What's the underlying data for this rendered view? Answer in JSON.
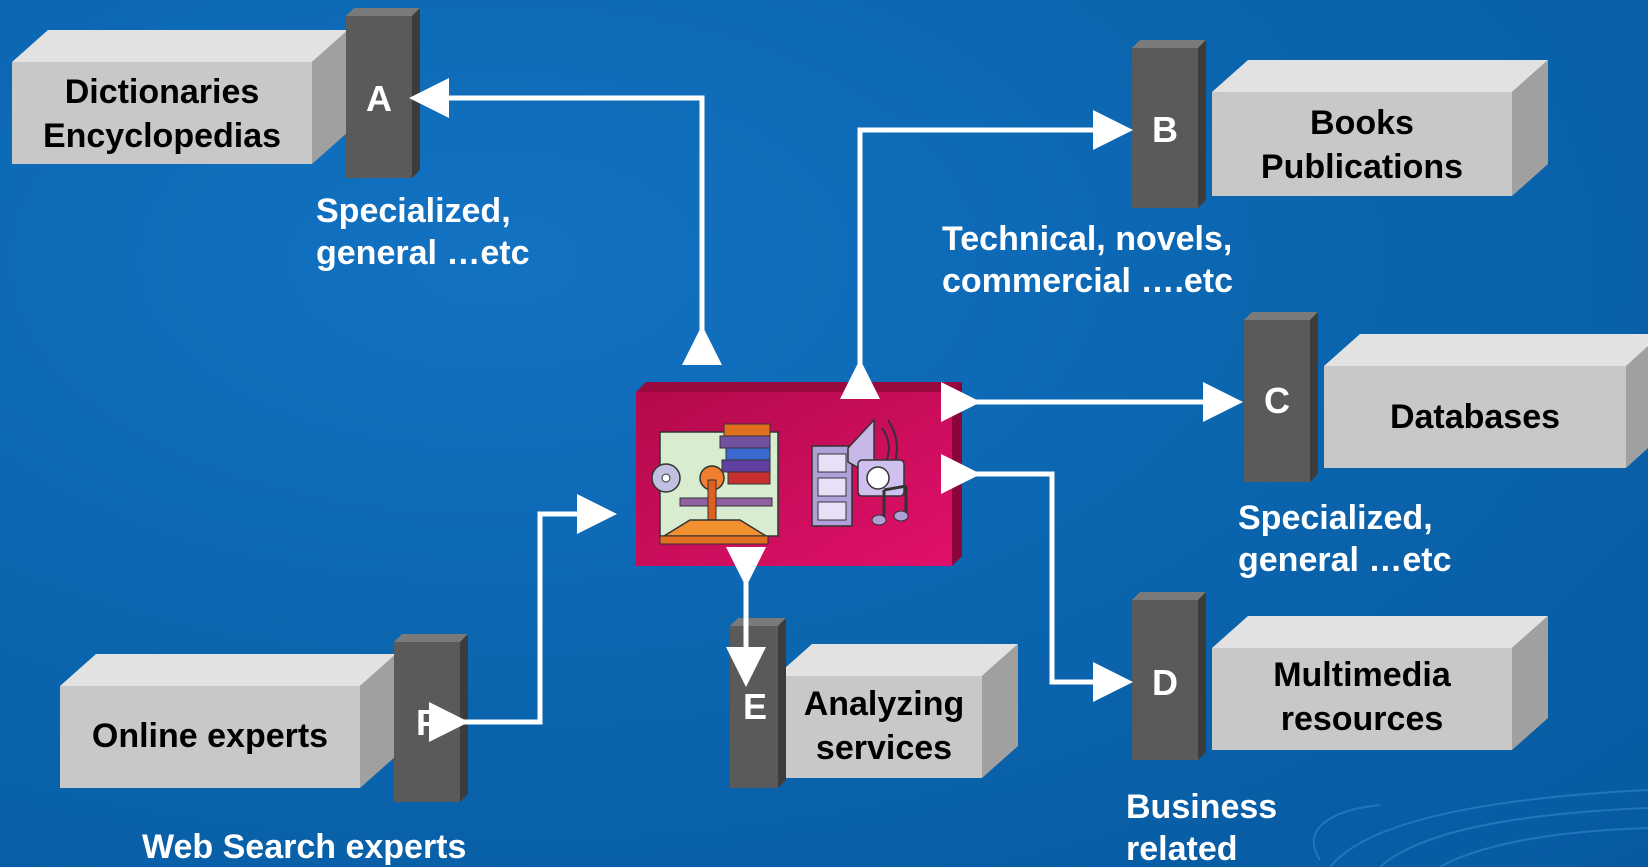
{
  "nodes": {
    "a": {
      "letter": "A",
      "line1": "Dictionaries",
      "line2": "Encyclopedias",
      "caption1": "Specialized,",
      "caption2": "general …etc"
    },
    "b": {
      "letter": "B",
      "line1": "Books",
      "line2": "Publications",
      "caption1": "Technical, novels,",
      "caption2": "commercial ….etc"
    },
    "c": {
      "letter": "C",
      "line1": "Databases",
      "caption1": "Specialized,",
      "caption2": "general …etc"
    },
    "d": {
      "letter": "D",
      "line1": "Multimedia",
      "line2": "resources",
      "caption1": "Business",
      "caption2": "related"
    },
    "e": {
      "letter": "E",
      "line1": "Analyzing",
      "line2": "services"
    },
    "f": {
      "letter": "F",
      "line1": "Online experts",
      "caption1": "Web Search experts"
    }
  },
  "colors": {
    "background": "#0a66b0",
    "box_front": "#c8c8c8",
    "box_top": "#e2e2e2",
    "box_side": "#a0a0a0",
    "pillar_front": "#5a5a5a",
    "pillar_side": "#3c3c3c",
    "hub": "#cc0a55",
    "arrow": "#ffffff"
  },
  "hub_icons": [
    "library-scales-icon",
    "multimedia-icon"
  ]
}
